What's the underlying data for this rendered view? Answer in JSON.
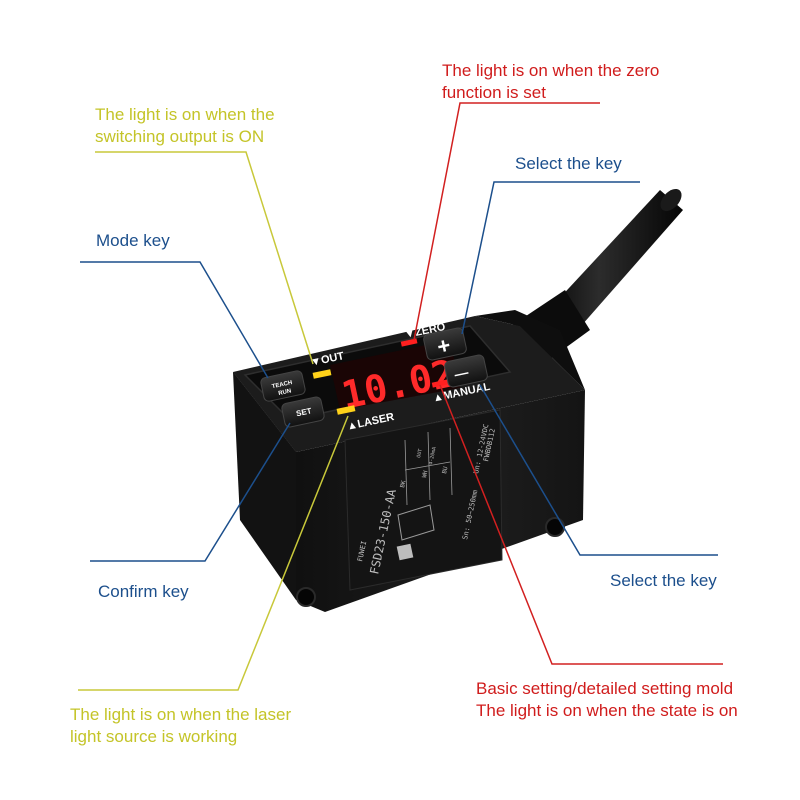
{
  "annotations": {
    "zero_light": [
      "The light is on when the zero",
      "function is set"
    ],
    "out_light": [
      "The light is on when the",
      "switching output is ON"
    ],
    "select_key_top": "Select the key",
    "mode_key": "Mode key",
    "confirm_key": "Confirm key",
    "select_key_bottom": "Select the key",
    "setting_mode": [
      "Basic setting/detailed setting mold",
      "The light is on when the state is on"
    ],
    "laser_light": [
      "The light is on when the laser",
      "light source is working"
    ]
  },
  "device": {
    "display_value": "10.02",
    "label_out": "▼OUT",
    "label_zero": "▼ZERO",
    "label_laser": "▲LASER",
    "label_manual": "▲MANUAL",
    "key_teach": "TEACH",
    "key_run": "RUN",
    "key_set": "SET",
    "key_plus": "+",
    "key_minus": "—",
    "model": "FSD23-150-AA",
    "range": "Sn: 50~250mm",
    "voltage": "Un: 12-24VDC",
    "serial": "FWBDB112",
    "brand": "FUWEI",
    "wire_bk": "BK",
    "wire_wh": "WH",
    "wire_bu": "BU",
    "wire_out": "OUT",
    "wire_ma": "4-20mA"
  },
  "colors": {
    "yellow_line": "#c8c83a",
    "red_line": "#d22020",
    "blue_line": "#1c4f8c",
    "led_red": "#ff2020",
    "led_yellow": "#ffd21a"
  }
}
